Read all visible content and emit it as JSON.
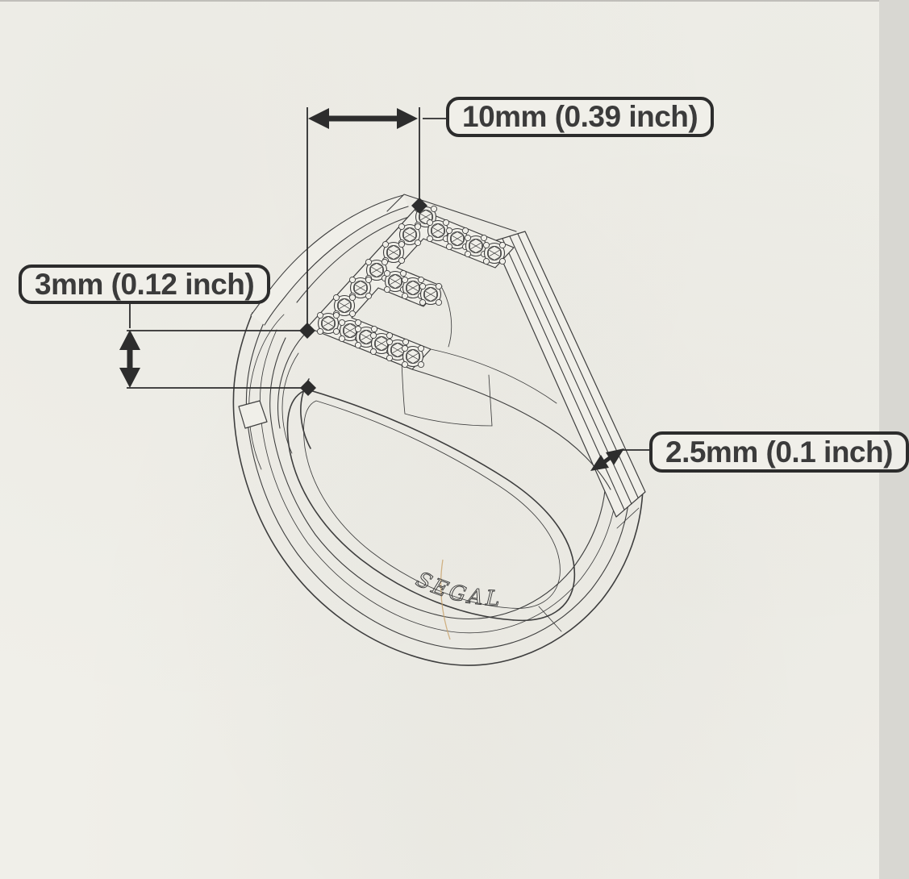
{
  "diagram": {
    "labels": {
      "width": "10mm (0.39 inch)",
      "height": "3mm (0.12 inch)",
      "thickness": "2.5mm (0.1 inch)"
    },
    "engraving": "SEGAL",
    "colors": {
      "paper": "#f0efe9",
      "line_art": "#3e3e3e",
      "dimension_ink": "#2d2d2d",
      "label_border": "#2c2c2c",
      "label_text": "#3b3b3b",
      "seam_accent": "#c9a36b"
    }
  }
}
